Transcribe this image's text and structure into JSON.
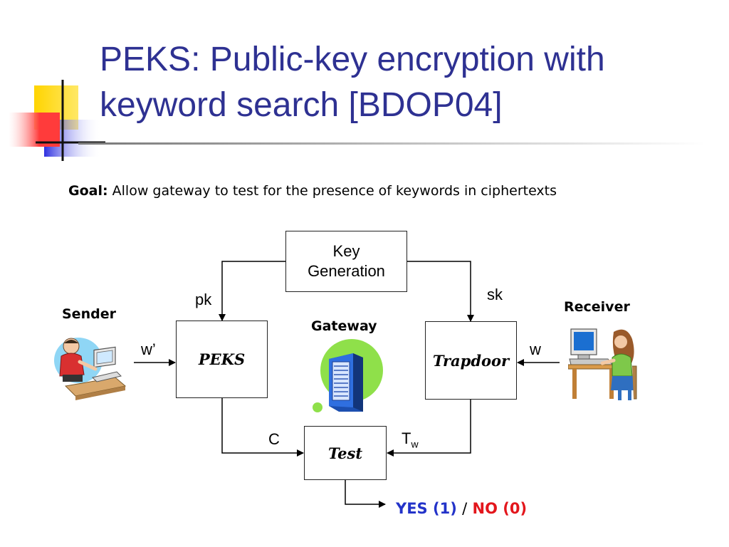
{
  "slide": {
    "title_line1": "PEKS: Public-key encryption with",
    "title_line2": "keyword search [BDOP04]",
    "goal_label": "Goal:",
    "goal_text": "Allow gateway to test for the presence of keywords in ciphertexts",
    "colors": {
      "title": "#2e3192",
      "yes": "#2333c9",
      "no": "#e3161c",
      "accent_yellow": "#ffd400",
      "accent_blue": "#2d2fe0",
      "accent_red": "#ff3b3b"
    }
  },
  "diagram": {
    "keygen_line1": "Key",
    "keygen_line2": "Generation",
    "peks_box": "PEKS",
    "trapdoor_box": "Trapdoor",
    "test_box": "Test",
    "pk": "pk",
    "sk": "sk",
    "w_prime": "w’",
    "w": "w",
    "c": "C",
    "tw_main": "T",
    "tw_sub": "w",
    "sender": "Sender",
    "receiver": "Receiver",
    "gateway": "Gateway",
    "yes": "YES (1)",
    "slash": "/",
    "no": "NO (0)",
    "icons": [
      "sender-person-at-computer-icon",
      "receiver-person-at-computer-icon",
      "server-tower-icon"
    ]
  }
}
